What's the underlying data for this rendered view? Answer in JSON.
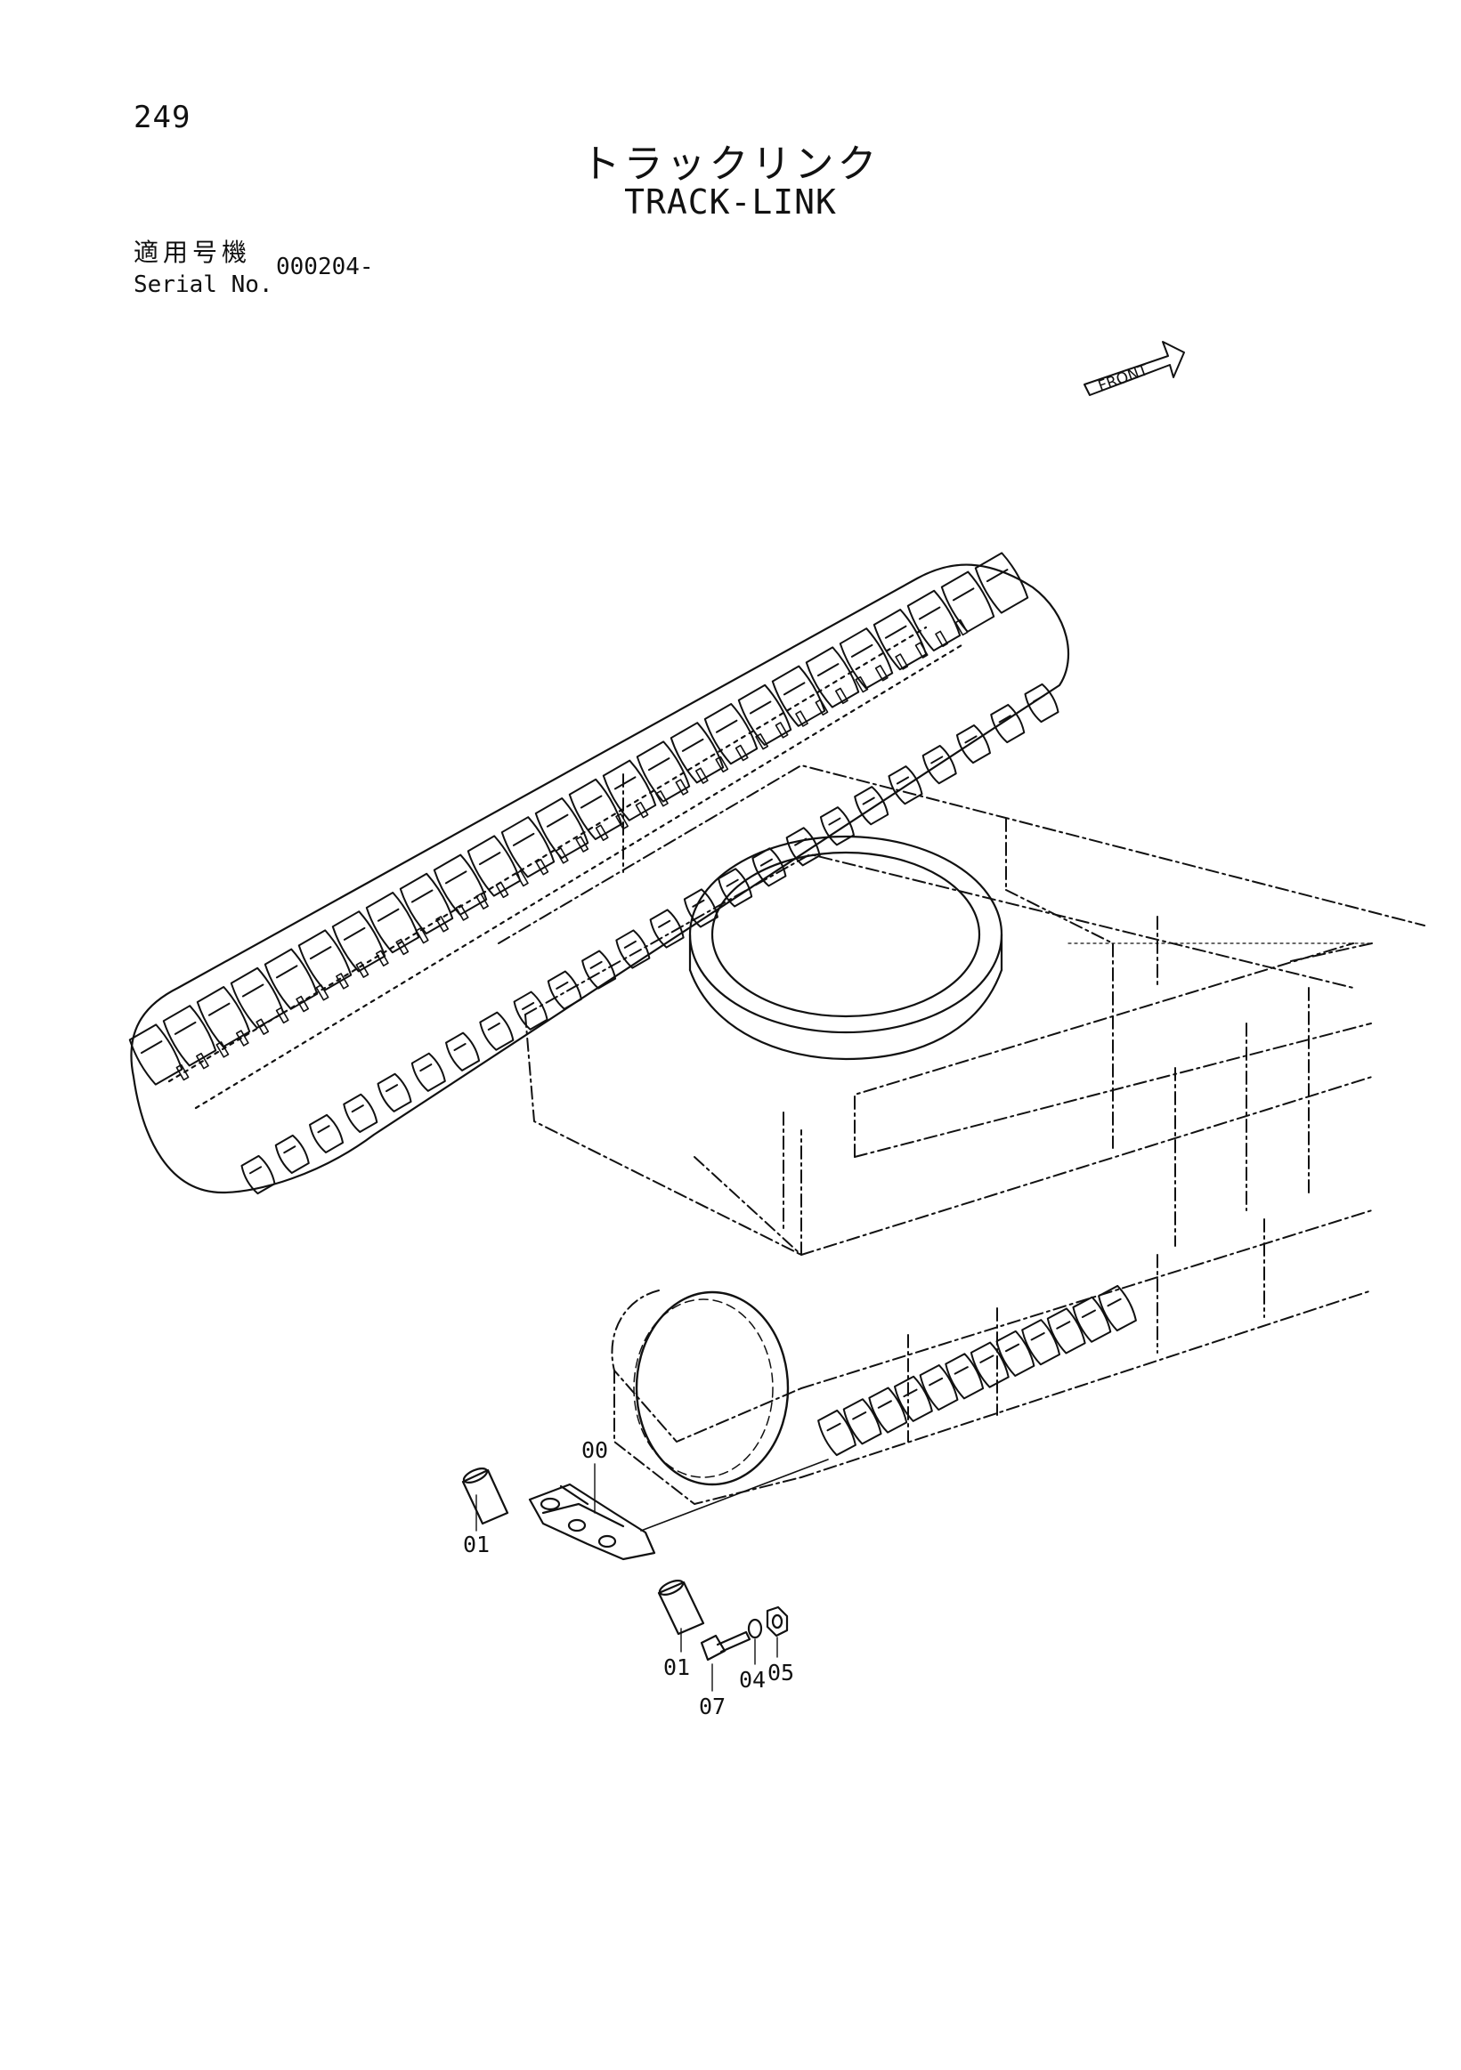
{
  "header": {
    "page_number": "249",
    "title_jp": "トラックリンク",
    "title_en": "TRACK-LINK",
    "serial_label_jp": "適用号機",
    "serial_label_en": "Serial No.",
    "serial_value": "000204-"
  },
  "front_indicator": {
    "label": "FRONT"
  },
  "callouts": [
    {
      "id": "link-assembly",
      "label": "00"
    },
    {
      "id": "pin-left",
      "label": "01"
    },
    {
      "id": "pin-right",
      "label": "01"
    },
    {
      "id": "bolt",
      "label": "07"
    },
    {
      "id": "washer",
      "label": "04"
    },
    {
      "id": "nut",
      "label": "05"
    }
  ],
  "colors": {
    "line": "#111111",
    "background": "#ffffff"
  }
}
